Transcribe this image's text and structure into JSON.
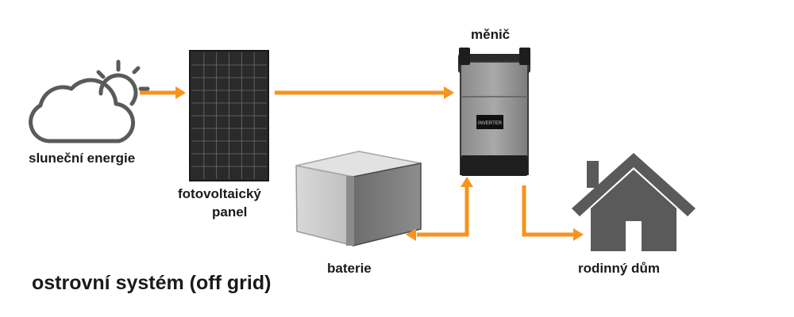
{
  "diagram": {
    "title": "ostrovní systém (off grid)",
    "nodes": {
      "sun": {
        "label": "sluneční energie",
        "icon": "cloud-sun-icon"
      },
      "panel": {
        "label_line1": "fotovoltaický",
        "label_line2": "panel",
        "icon": "solar-panel-icon"
      },
      "inverter": {
        "label": "měnič",
        "icon": "inverter-icon",
        "display_text": "INVERTER"
      },
      "battery": {
        "label": "baterie",
        "icon": "battery-icon"
      },
      "house": {
        "label": "rodinný dům",
        "icon": "house-icon"
      }
    },
    "connections": [
      {
        "from": "sun",
        "to": "panel",
        "direction": "one-way"
      },
      {
        "from": "panel",
        "to": "inverter",
        "direction": "one-way"
      },
      {
        "from": "inverter",
        "to": "battery",
        "direction": "two-way"
      },
      {
        "from": "inverter",
        "to": "house",
        "direction": "one-way"
      }
    ],
    "colors": {
      "arrow": "#f7931e",
      "icon_gray": "#5a5a5a",
      "text": "#1a1a1a"
    }
  }
}
